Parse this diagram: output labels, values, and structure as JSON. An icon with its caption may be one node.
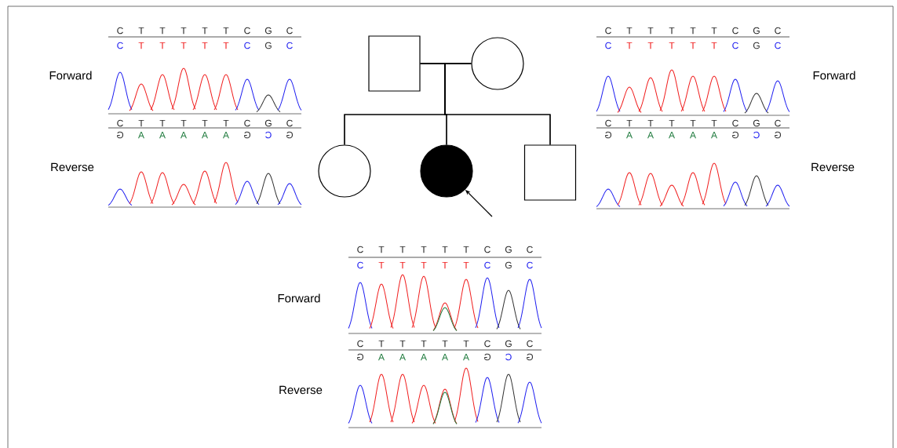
{
  "diagram": {
    "nodes": [
      {
        "text": [],
        "shape": "box"
      },
      {
        "text": [],
        "shape": "circle"
      },
      {
        "text": [],
        "shape": "circle"
      },
      {
        "text": [],
        "shape": "circle"
      },
      {
        "text": [],
        "shape": "box"
      }
    ],
    "edges": [
      {
        "from": 0,
        "to": 1,
        "arrow": "none"
      },
      {
        "from": 0,
        "to": 2,
        "arrow": "none"
      },
      {
        "from": 0,
        "to": 3,
        "arrow": "none"
      },
      {
        "from": 0,
        "to": 4,
        "arrow": "none"
      },
      {
        "from": 1,
        "to": 2,
        "arrow": "none"
      },
      {
        "from": 1,
        "to": 3,
        "arrow": "none"
      },
      {
        "from": 1,
        "to": 4,
        "arrow": "none"
      },
      {
        "from": null,
        "to": 3,
        "arrow": "to"
      }
    ],
    "labels": [
      "C",
      "T",
      "T",
      "T",
      "T",
      "T",
      "C",
      "G",
      "C",
      "C",
      "T",
      "T",
      "T",
      "T",
      "T",
      "C",
      "G",
      "C",
      "Forward",
      "C",
      "T",
      "T",
      "T",
      "T",
      "T",
      "C",
      "G",
      "C",
      "G",
      "A",
      "A",
      "A",
      "A",
      "A",
      "G",
      "C",
      "G",
      "Reverse",
      "C",
      "T",
      "T",
      "T",
      "T",
      "T",
      "C",
      "G",
      "C",
      "C",
      "T",
      "T",
      "T",
      "T",
      "T",
      "C",
      "G",
      "C",
      "Forward",
      "C",
      "T",
      "T",
      "T",
      "T",
      "T",
      "C",
      "G",
      "C",
      "G",
      "A",
      "A",
      "A",
      "A",
      "A",
      "G",
      "C",
      "G",
      "Reverse",
      "C",
      "T",
      "T",
      "T",
      "T",
      "T",
      "C",
      "G",
      "C",
      "C",
      "T",
      "T",
      "T",
      "T",
      "T",
      "C",
      "G",
      "C",
      "Forward",
      "C",
      "T",
      "T",
      "T",
      "T",
      "T",
      "C",
      "G",
      "C",
      "G",
      "A",
      "A",
      "A",
      "A",
      "A",
      "G",
      "C",
      "G",
      "Reverse"
    ]
  }
}
